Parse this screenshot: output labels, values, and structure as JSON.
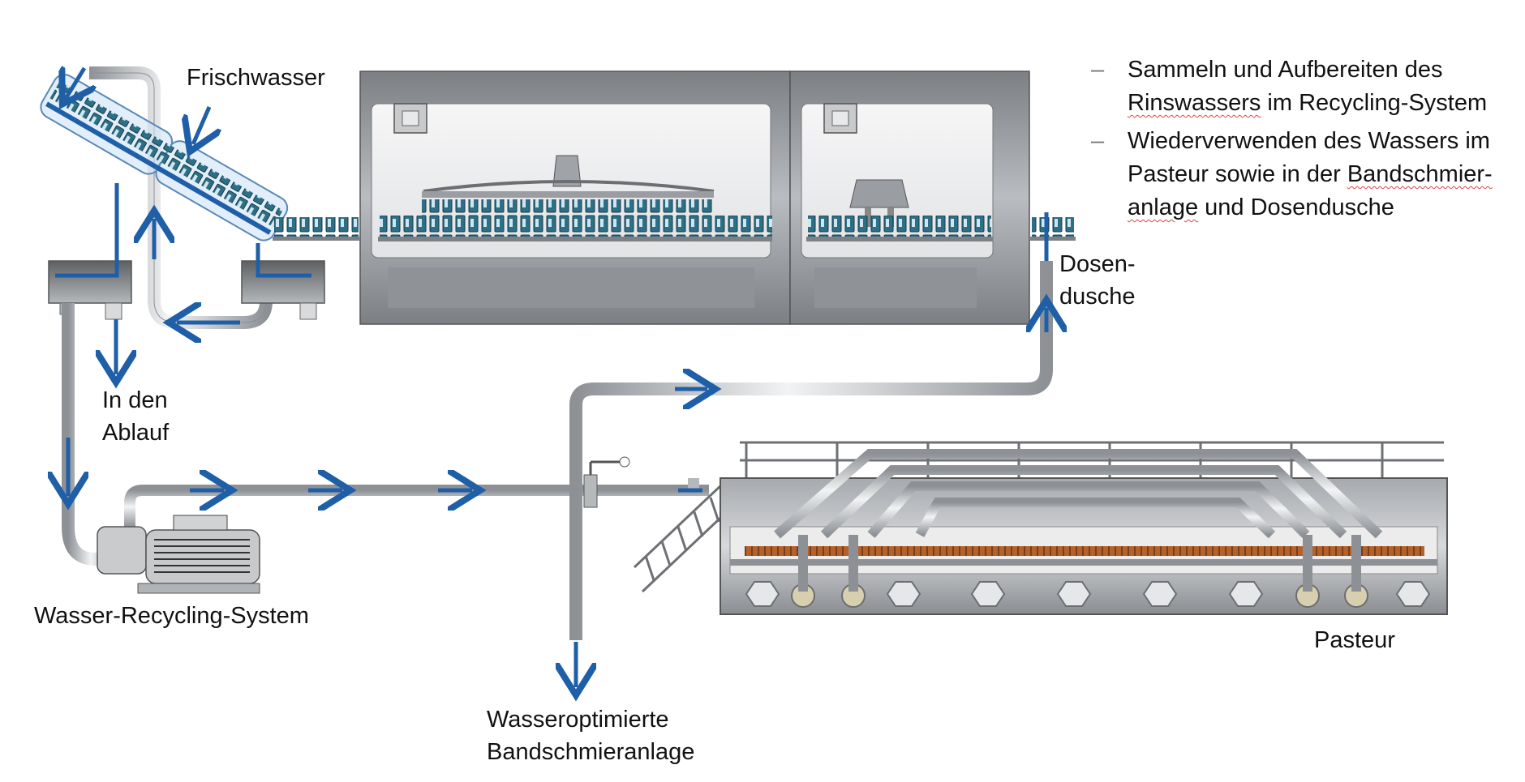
{
  "labels": {
    "frischwasser": "Frischwasser",
    "in_den": "In den",
    "ablauf": "Ablauf",
    "wasser_recycling": "Wasser-Recycling-System",
    "wasseroptimierte": "Wasseroptimierte",
    "bandschmieranlage": "Bandschmieranlage",
    "dosen": "Dosen-",
    "dusche": "dusche",
    "pasteur": "Pasteur"
  },
  "bullets": [
    {
      "dash": "–",
      "line1a": "Sammeln und Aufbereiten des",
      "line2a": "Rinswassers",
      "line2b": " im Recycling-System"
    },
    {
      "dash": "–",
      "line1a": "Wiederverwenden des Wassers im",
      "line2a": "Pasteur sowie in der ",
      "line2b": "Bandschmier-",
      "line3a": "anlage",
      "line3b": " und Dosendusche"
    }
  ],
  "colors": {
    "flow_arrow": "#1f5fa8",
    "pipe": "#c8ccd1",
    "machine_frame": "#8e9094",
    "product": "#2c6f86",
    "heater": "#b5622a"
  }
}
